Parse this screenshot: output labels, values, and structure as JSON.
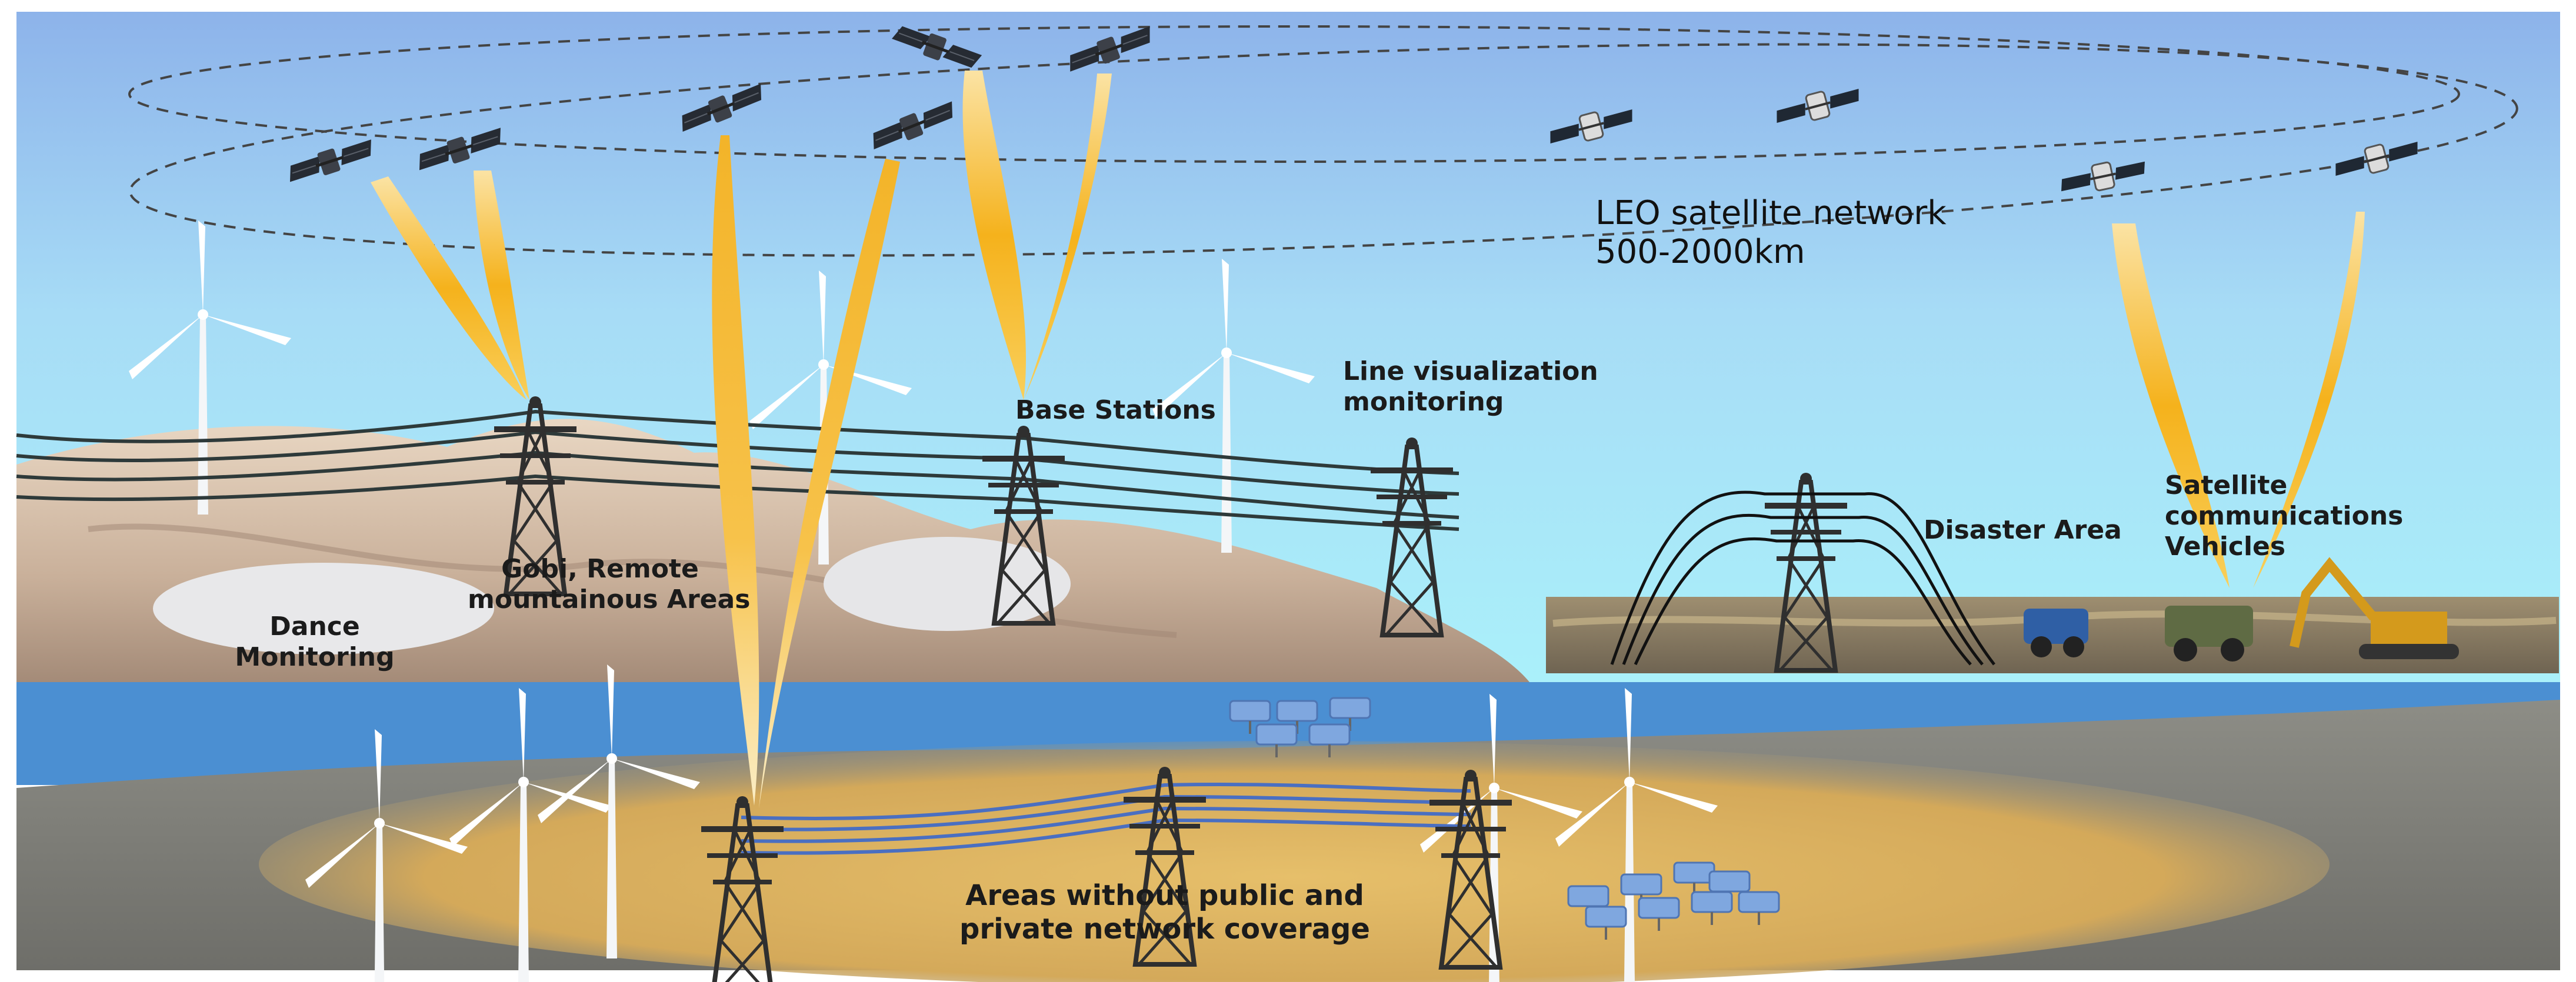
{
  "labels": {
    "leo_line1": "LEO satellite network",
    "leo_line2": "500-2000km",
    "line_vis_1": "Line visualization",
    "line_vis_2": "monitoring",
    "base_stations": "Base Stations",
    "gobi_1": "Gobi, Remote",
    "gobi_2": "mountainous Areas",
    "dance_1": "Dance",
    "dance_2": "Monitoring",
    "disaster": "Disaster Area",
    "satcom_1": "Satellite",
    "satcom_2": "communications",
    "satcom_3": "Vehicles",
    "areas_1": "Areas without public and",
    "areas_2": "private network coverage"
  },
  "colors": {
    "sky_top": "#8fb6ec",
    "sky_bottom": "#a9ecf8",
    "sea": "#4a8fd0",
    "beam": "#f6b21a",
    "sand": "#d9b468",
    "steel": "#2f2f2f"
  },
  "icons": [
    "satellite-icon",
    "wind-turbine-icon",
    "transmission-tower-icon",
    "solar-panel-icon",
    "excavator-icon",
    "vehicle-icon"
  ]
}
